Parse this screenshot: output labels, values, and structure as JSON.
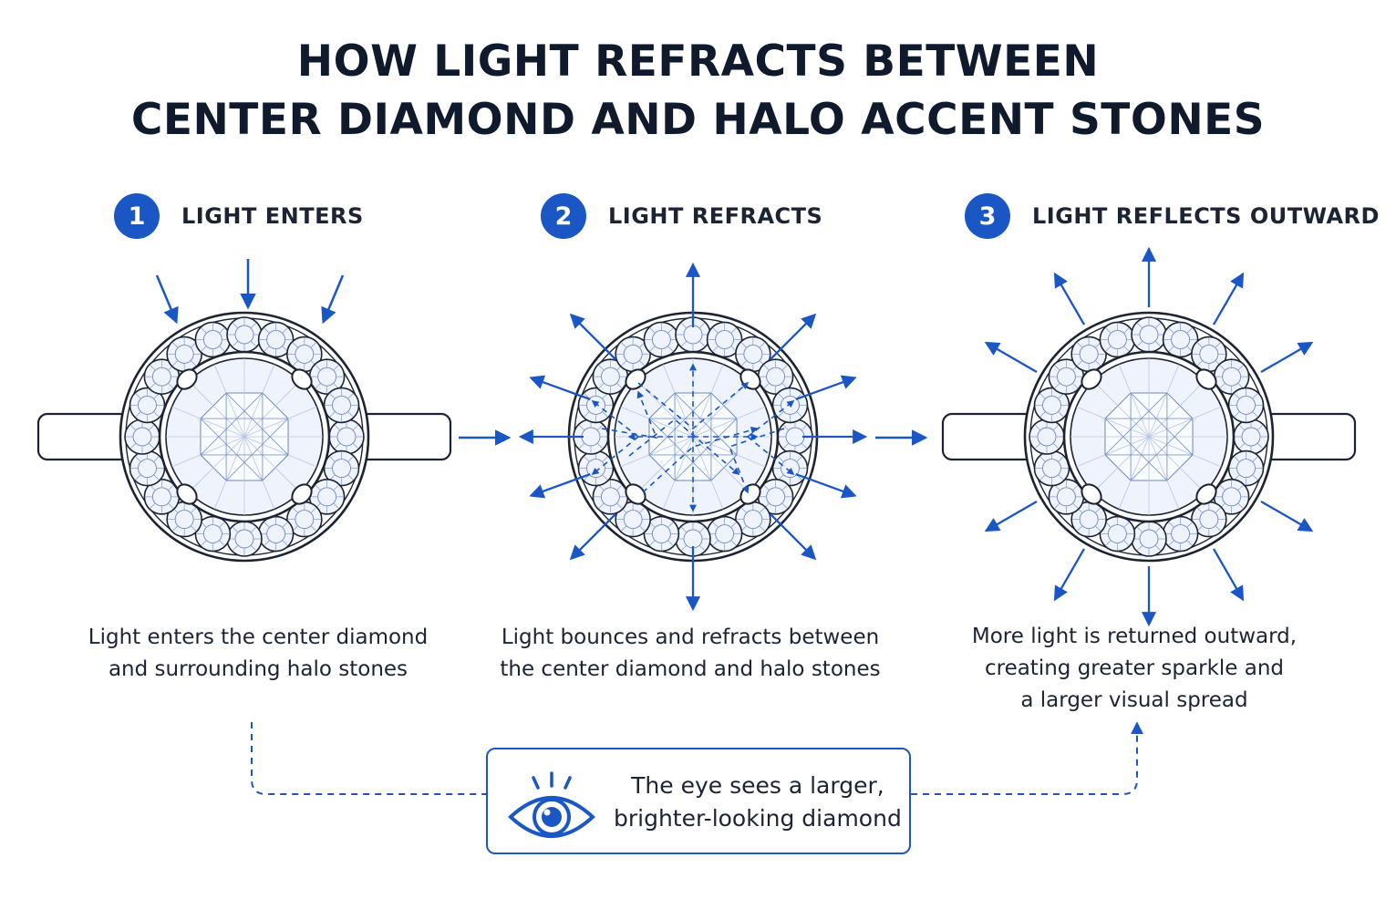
{
  "title": {
    "line1": "HOW LIGHT REFRACTS BETWEEN",
    "line2": "CENTER DIAMOND AND HALO ACCENT STONES"
  },
  "steps": [
    {
      "number": "1",
      "label": "LIGHT ENTERS",
      "caption_lines": [
        "Light enters the center diamond",
        "and surrounding halo stones"
      ]
    },
    {
      "number": "2",
      "label": "LIGHT REFRACTS",
      "caption_lines": [
        "Light bounces and refracts between",
        "the center diamond and halo stones"
      ]
    },
    {
      "number": "3",
      "label": "LIGHT REFLECTS OUTWARD",
      "caption_lines": [
        "More light is returned outward,",
        "creating greater sparkle and",
        "a larger visual spread"
      ]
    }
  ],
  "summary": {
    "lines": [
      "The eye sees a larger,",
      "brighter-looking diamond"
    ],
    "icon": "eye-icon"
  },
  "colors": {
    "accent": "#1a56c4",
    "ink": "#0f1b2d",
    "stone_fill": "#eef3fc"
  }
}
